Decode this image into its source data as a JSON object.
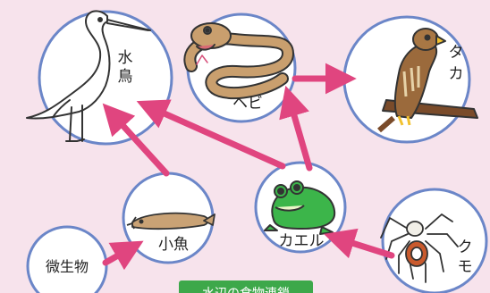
{
  "nodes": {
    "waterbird": "水\n鳥",
    "snake": "ヘビ",
    "hawk": "タカ",
    "loach": "小魚",
    "frog": "カエル",
    "spider": "クモ",
    "micro": "微生物"
  },
  "footer_label": "水辺の食物連鎖",
  "colors": {
    "background": "#f7e3ec",
    "circle_border": "#6b86c8",
    "arrow": "#e0457f",
    "footer": "#3da84a"
  }
}
